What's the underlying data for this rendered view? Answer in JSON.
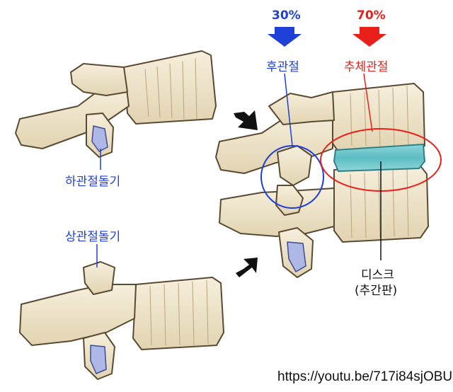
{
  "labels": {
    "inferior_articular_process": "하관절돌기",
    "superior_articular_process": "상관절돌기",
    "posterior_joint_percent": "30%",
    "posterior_joint": "후관절",
    "body_joint_percent": "70%",
    "body_joint": "추체관절",
    "disc": "디스크",
    "disc_sub": "(추간판)",
    "source_url": "https://youtu.be/717i84sjOBU"
  },
  "colors": {
    "bone_fill": "#efe6cf",
    "bone_stroke": "#5a4a32",
    "cartilage": "#aeb8e6",
    "disc": "#66c3c8",
    "posterior_accent": "#1f3fd6",
    "body_accent": "#e8201a"
  }
}
